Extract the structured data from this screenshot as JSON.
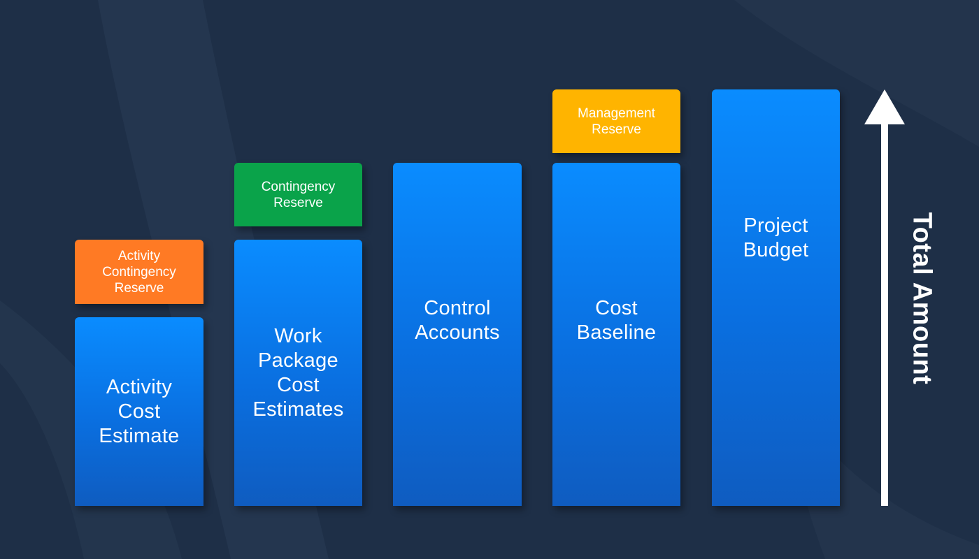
{
  "bars": [
    {
      "label": "Activity\nCost\nEstimate",
      "reserve": "Activity\nContingency\nReserve"
    },
    {
      "label": "Work\nPackage\nCost\nEstimates",
      "reserve": "Contingency\nReserve"
    },
    {
      "label": "Control\nAccounts"
    },
    {
      "label": "Cost\nBaseline",
      "reserve": "Management\nReserve"
    },
    {
      "label": "Project\nBudget"
    }
  ],
  "axis": {
    "label": "Total Amount"
  },
  "colors": {
    "background": "#1e2f47",
    "bar": "#0a7cf0",
    "activity_reserve": "#ff7a24",
    "contingency_reserve": "#0aa34a",
    "management_reserve": "#ffb400",
    "arrow": "#ffffff"
  }
}
